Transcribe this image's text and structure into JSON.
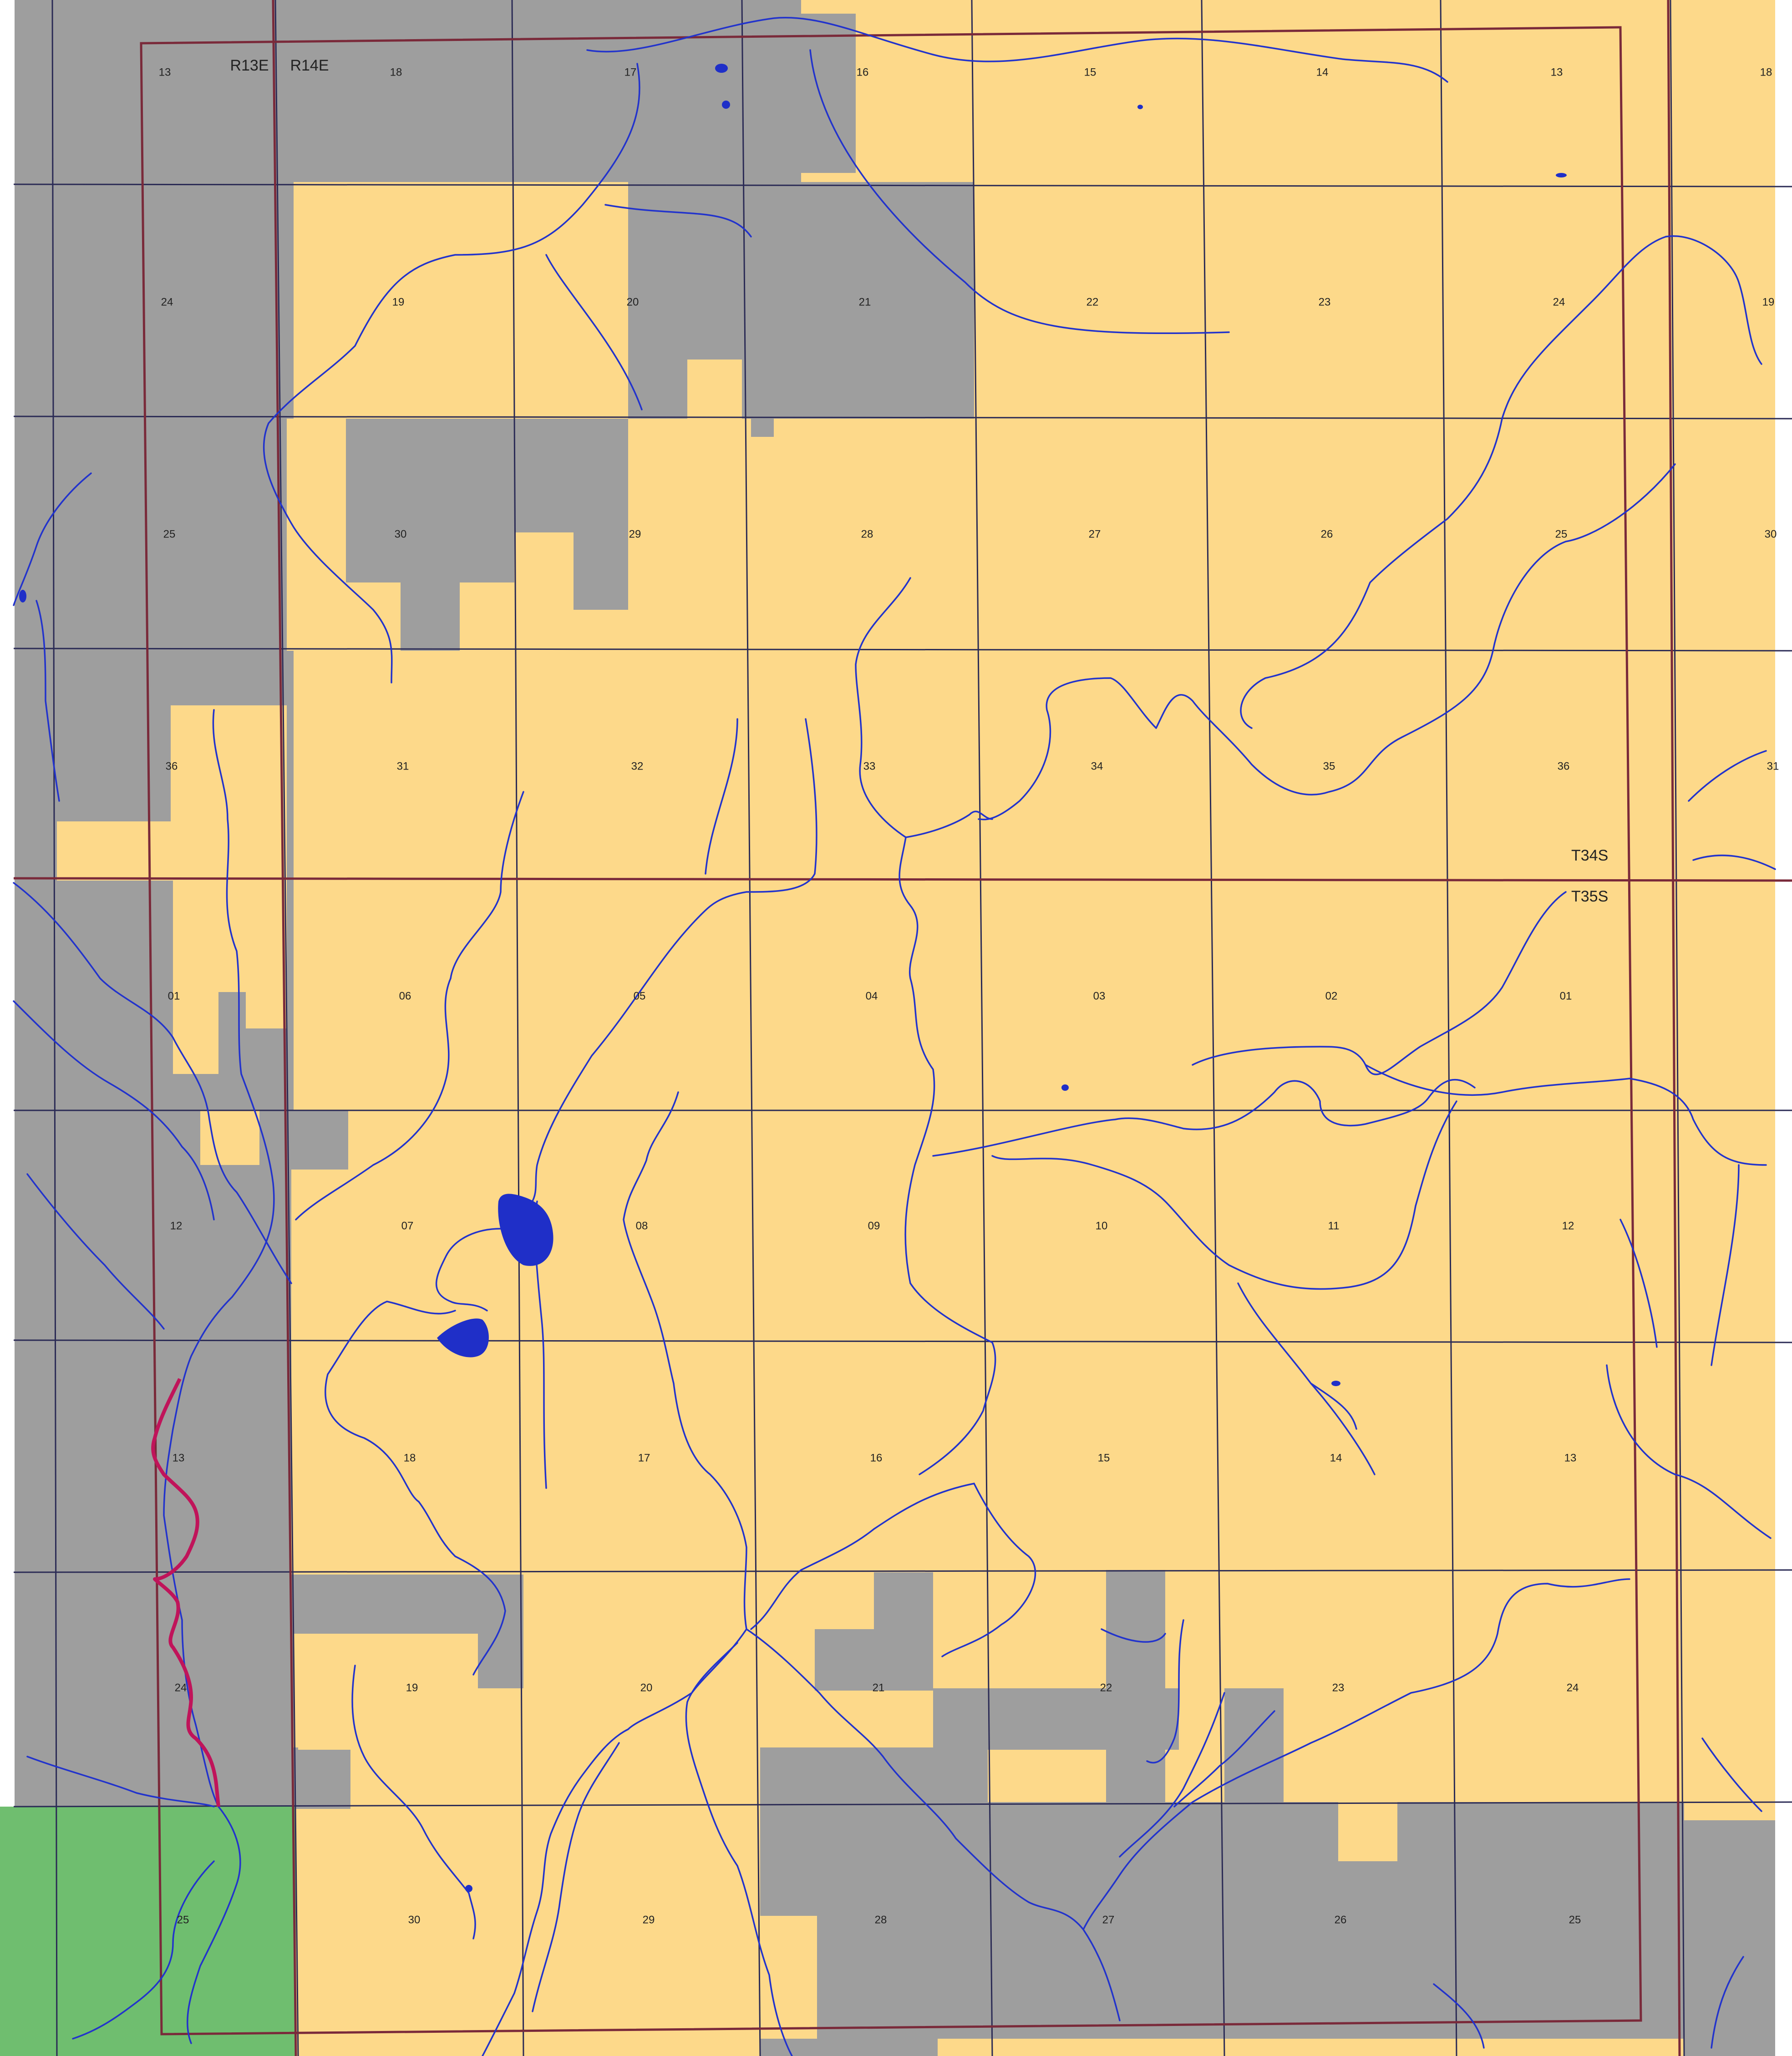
{
  "map": {
    "colors": {
      "private_land": "#9e9e9e",
      "public_land": "#fdd98a",
      "other_land": "#6fbe6f",
      "water": "#1f2fc8",
      "stream": "#2233cc",
      "grid": "#2b2b55",
      "township_line": "#7a2a3a",
      "county_line": "#c0145a"
    },
    "range_labels": [
      "R13E",
      "R14E"
    ],
    "township_labels": [
      "T34S",
      "T35S"
    ],
    "sections": {
      "row_1": [
        "13",
        "18",
        "17",
        "16",
        "15",
        "14",
        "13",
        "18"
      ],
      "row_2": [
        "24",
        "19",
        "20",
        "21",
        "22",
        "23",
        "24",
        "19"
      ],
      "row_3": [
        "25",
        "30",
        "29",
        "28",
        "27",
        "26",
        "25",
        "30"
      ],
      "row_4": [
        "36",
        "31",
        "32",
        "33",
        "34",
        "35",
        "36",
        "31"
      ],
      "row_5": [
        "01",
        "06",
        "05",
        "04",
        "03",
        "02",
        "01"
      ],
      "row_6": [
        "12",
        "07",
        "08",
        "09",
        "10",
        "11",
        "12"
      ],
      "row_7": [
        "13",
        "18",
        "17",
        "16",
        "15",
        "14",
        "13"
      ],
      "row_8": [
        "24",
        "19",
        "20",
        "21",
        "22",
        "23",
        "24"
      ],
      "row_9": [
        "25",
        "30",
        "29",
        "28",
        "27",
        "26",
        "25"
      ]
    },
    "icons": {
      "lake": "water-body-icon",
      "stream": "stream-icon"
    }
  }
}
